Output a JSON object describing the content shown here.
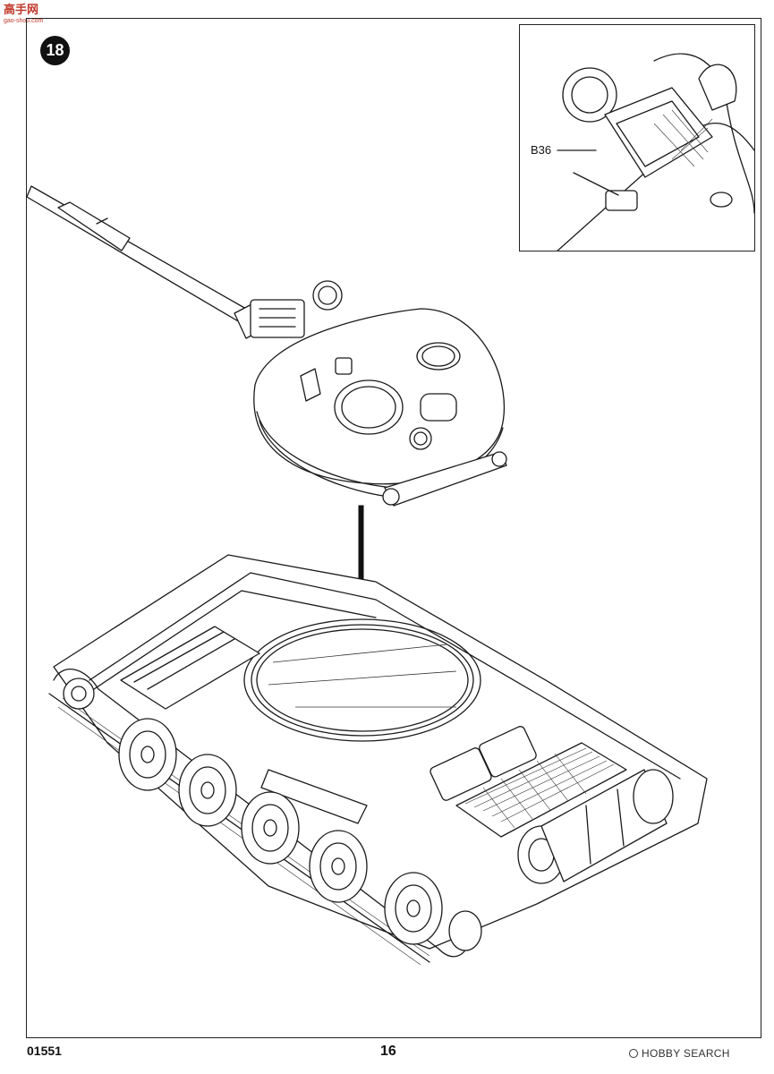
{
  "watermark": {
    "text": "高手网",
    "sub": "gao-shou.com"
  },
  "step": {
    "number": "18"
  },
  "detail": {
    "part_label": "B36"
  },
  "footer": {
    "kit_code": "01551",
    "page_number": "16",
    "brand": "HOBBY SEARCH"
  }
}
